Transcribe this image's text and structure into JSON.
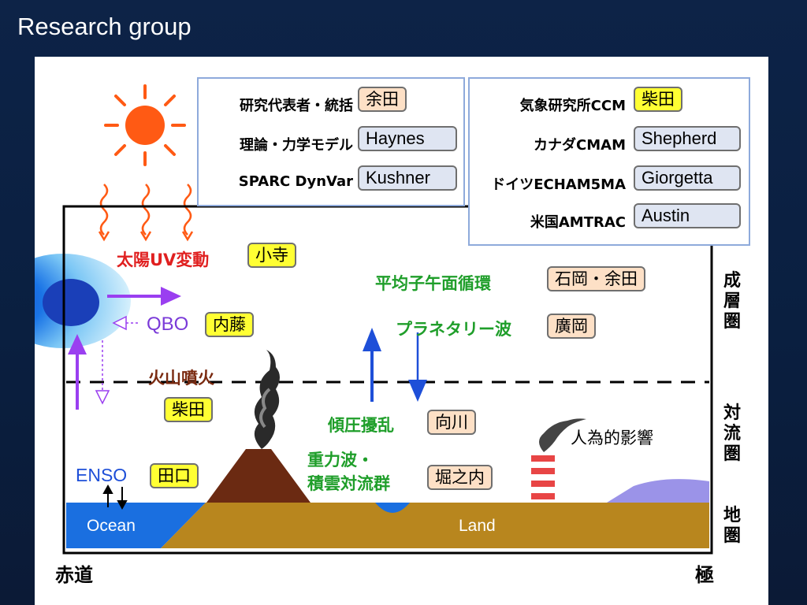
{
  "slide": {
    "title": "Research group"
  },
  "left_box": {
    "rows": [
      {
        "role": "研究代表者・統括",
        "person": "余田"
      },
      {
        "role": "理論・力学モデル",
        "person": "Haynes"
      },
      {
        "role": "SPARC DynVar",
        "person": "Kushner"
      }
    ]
  },
  "right_box": {
    "rows": [
      {
        "role": "気象研究所CCM",
        "person": "柴田"
      },
      {
        "role": "カナダCMAM",
        "person": "Shepherd"
      },
      {
        "role": "ドイツECHAM5MA",
        "person": "Giorgetta"
      },
      {
        "role": "米国AMTRAC",
        "person": "Austin"
      }
    ]
  },
  "topics": {
    "solar_uv": {
      "label": "太陽UV変動",
      "person": "小寺"
    },
    "qbo": {
      "label": "QBO",
      "person": "内藤"
    },
    "volcano": {
      "label": "火山噴火",
      "person": "柴田"
    },
    "enso": {
      "label": "ENSO",
      "person": "田口"
    },
    "mean_circulation": {
      "label": "平均子午面循環",
      "person": "石岡・余田"
    },
    "planetary_wave": {
      "label": "プラネタリー波",
      "person": "廣岡"
    },
    "baroclinic": {
      "label": "傾圧擾乱",
      "person": "向川"
    },
    "gravity_wave": {
      "label_line1": "重力波・",
      "label_line2": "積雲対流群",
      "person": "堀之内"
    },
    "anthropogenic": {
      "label": "人為的影響"
    }
  },
  "layers": {
    "stratosphere": [
      "成",
      "層",
      "圏"
    ],
    "troposphere": [
      "対",
      "流",
      "圏"
    ],
    "geosphere": [
      "地",
      "圏"
    ]
  },
  "surface": {
    "ocean": "Ocean",
    "land": "Land"
  },
  "axis": {
    "equator": "赤道",
    "pole": "極"
  },
  "colors": {
    "sky_line": "#000000",
    "ocean": "#1a6fe0",
    "land": "#b8861e",
    "sun": "#ff5a14",
    "qbo_purple": "#9a3ff0",
    "wave_blue": "#1e4fd8",
    "green_text": "#1f9e2a",
    "red_text": "#e02020"
  }
}
